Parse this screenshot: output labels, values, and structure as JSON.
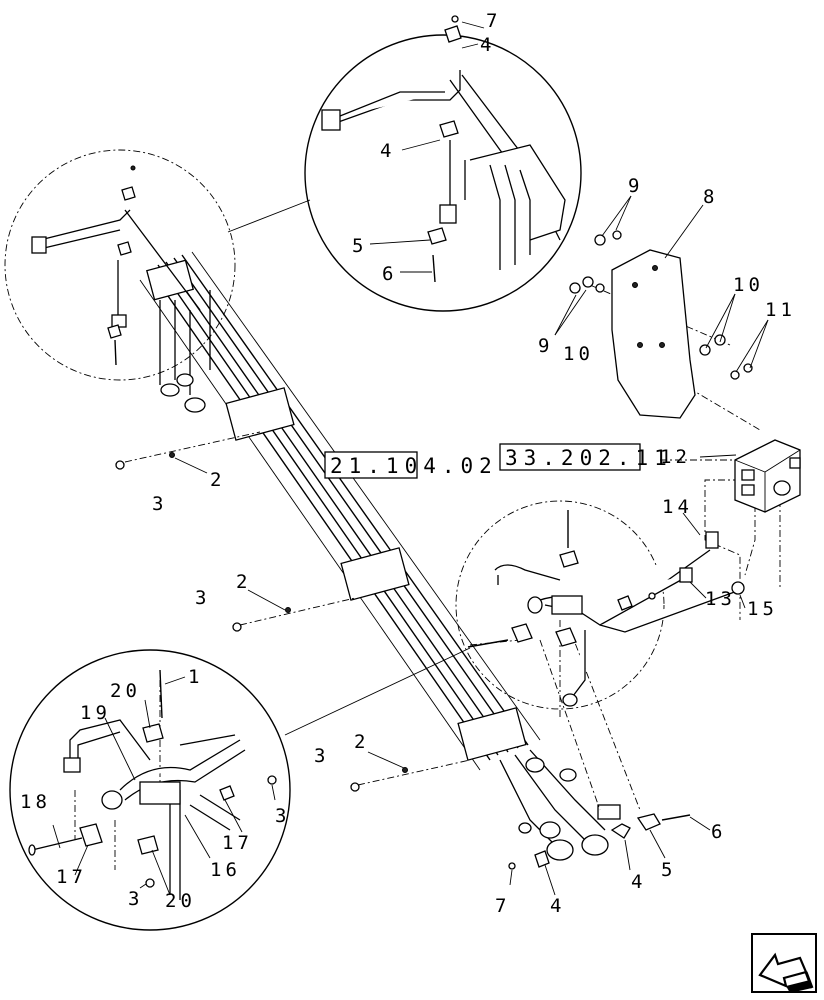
{
  "callouts": {
    "c1": "1",
    "c2a": "2",
    "c2b": "2",
    "c2c": "2",
    "c3a": "3",
    "c3b": "3",
    "c3c": "3",
    "c3d": "3",
    "c3e": "3",
    "c4a": "4",
    "c4b": "4",
    "c4c": "4",
    "c5a": "5",
    "c5b": "5",
    "c6a": "6",
    "c6b": "6",
    "c7a": "7",
    "c7b": "7",
    "c8": "8",
    "c9a": "9",
    "c9b": "9",
    "c10a": "10",
    "c10b": "10",
    "c11": "11",
    "c12": "12",
    "c13": "13",
    "c14": "14",
    "c15": "15",
    "c16": "16",
    "c17a": "17",
    "c17b": "17",
    "c18": "18",
    "c19": "19",
    "c20a": "20",
    "c20b": "20"
  },
  "references": {
    "ref1": "21.104.02",
    "ref2": "33.202.11"
  },
  "nav": {
    "icon": "back-arrow-icon"
  }
}
